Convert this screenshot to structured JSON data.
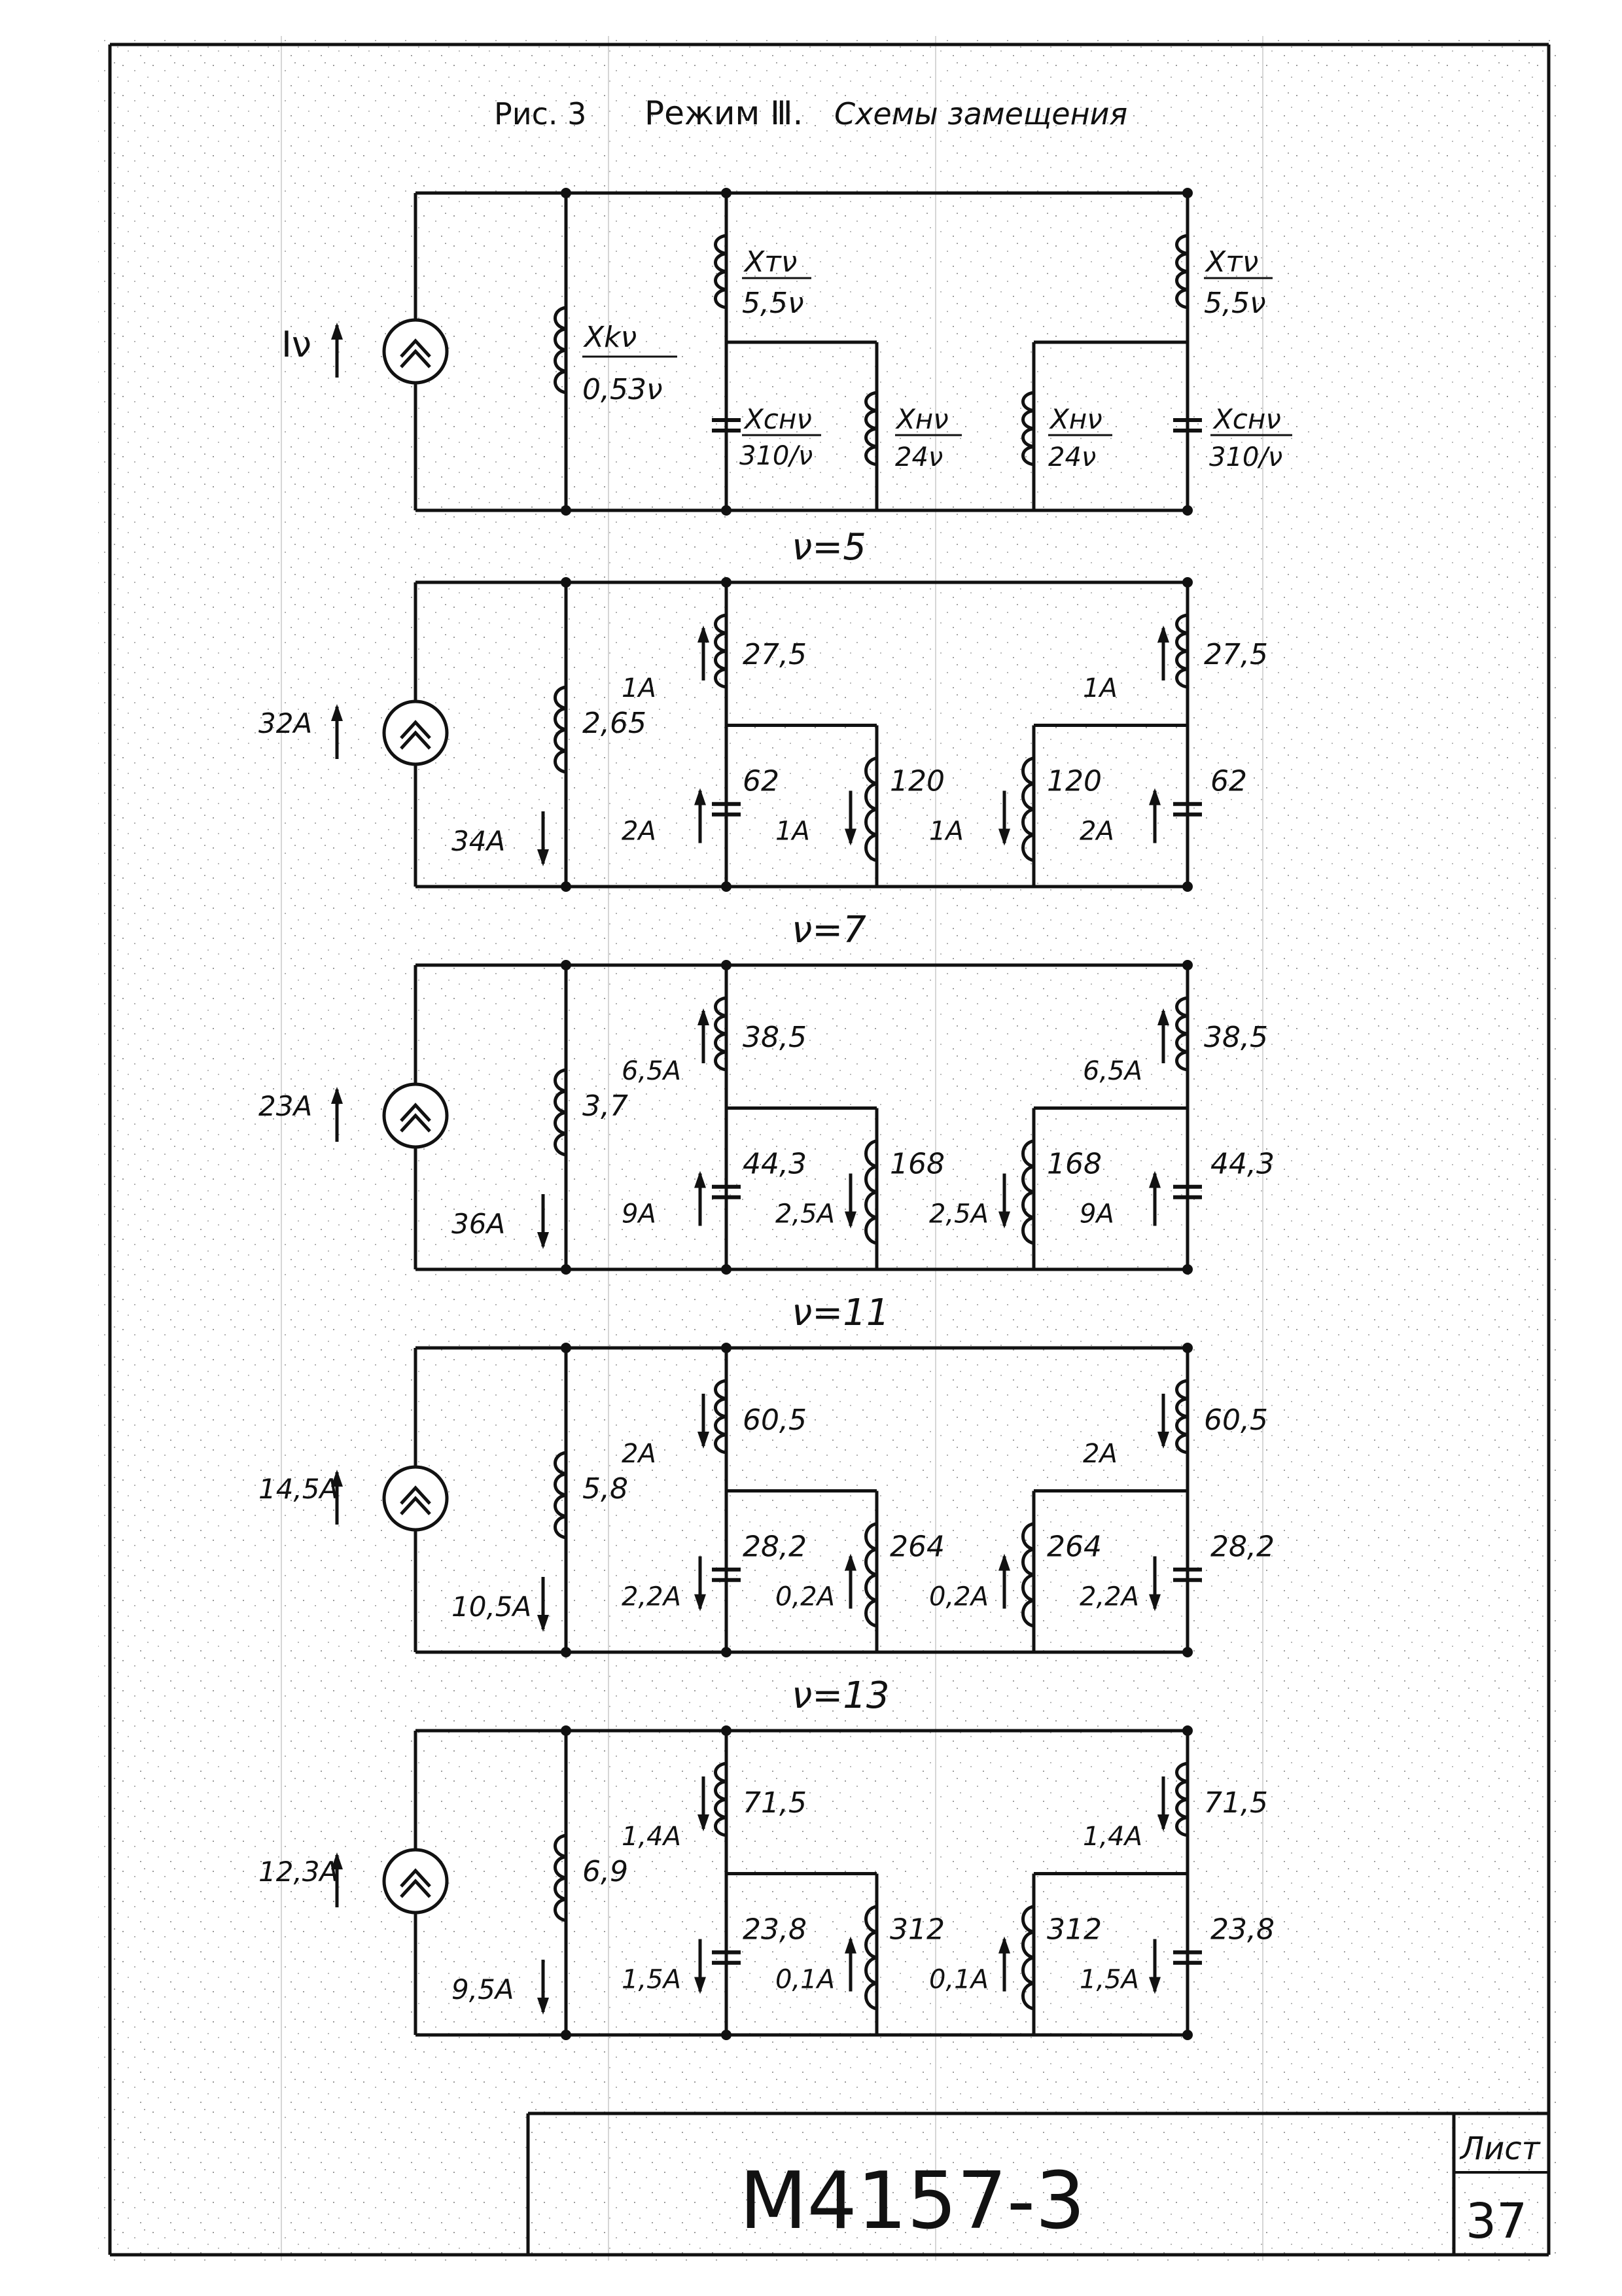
{
  "title": {
    "fig": "Рис. 3",
    "mode": "Режим Ⅲ.",
    "caption": "Схемы замещения"
  },
  "colors": {
    "ink": "#111111",
    "paper": "#ffffff"
  },
  "header_schema": {
    "source": "Iν",
    "xk": {
      "name": "Xkν",
      "value": "0,53ν"
    },
    "left": {
      "xt_name": "Xтν",
      "xt_val": "5,5ν",
      "xc_name": "Xснν",
      "xc_val": "310/ν",
      "xh_name": "Xнν",
      "xh_val": "24ν"
    },
    "right": {
      "xt_name": "Xтν",
      "xt_val": "5,5ν",
      "xc_name": "Xснν",
      "xc_val": "310/ν",
      "xh_name": "Xнν",
      "xh_val": "24ν"
    }
  },
  "harmonics": [
    {
      "label": "ν=5",
      "src": {
        "text": "32А",
        "dir": "up"
      },
      "xk": {
        "value": "2,65",
        "i": "34А",
        "dir": "down"
      },
      "lt": {
        "value": "27,5",
        "i": "1А",
        "dir": "up"
      },
      "lc": {
        "value": "62",
        "i": "2А",
        "dir": "up"
      },
      "lh": {
        "value": "120",
        "i": "1А",
        "dir": "down"
      },
      "rt": {
        "value": "27,5",
        "i": "1А",
        "dir": "up"
      },
      "rh": {
        "value": "120",
        "i": "1А",
        "dir": "down"
      },
      "rc": {
        "value": "62",
        "i": "2А",
        "dir": "up"
      }
    },
    {
      "label": "ν=7",
      "src": {
        "text": "23А",
        "dir": "up"
      },
      "xk": {
        "value": "3,7",
        "i": "36А",
        "dir": "down"
      },
      "lt": {
        "value": "38,5",
        "i": "6,5А",
        "dir": "up"
      },
      "lc": {
        "value": "44,3",
        "i": "9А",
        "dir": "up"
      },
      "lh": {
        "value": "168",
        "i": "2,5А",
        "dir": "down"
      },
      "rt": {
        "value": "38,5",
        "i": "6,5А",
        "dir": "up"
      },
      "rh": {
        "value": "168",
        "i": "2,5А",
        "dir": "down"
      },
      "rc": {
        "value": "44,3",
        "i": "9А",
        "dir": "up"
      }
    },
    {
      "label": "ν=11",
      "src": {
        "text": "14,5А",
        "dir": "up"
      },
      "xk": {
        "value": "5,8",
        "i": "10,5А",
        "dir": "down"
      },
      "lt": {
        "value": "60,5",
        "i": "2А",
        "dir": "down"
      },
      "lc": {
        "value": "28,2",
        "i": "2,2А",
        "dir": "down"
      },
      "lh": {
        "value": "264",
        "i": "0,2А",
        "dir": "up"
      },
      "rt": {
        "value": "60,5",
        "i": "2А",
        "dir": "down"
      },
      "rh": {
        "value": "264",
        "i": "0,2А",
        "dir": "up"
      },
      "rc": {
        "value": "28,2",
        "i": "2,2А",
        "dir": "down"
      }
    },
    {
      "label": "ν=13",
      "src": {
        "text": "12,3А",
        "dir": "up"
      },
      "xk": {
        "value": "6,9",
        "i": "9,5А",
        "dir": "down"
      },
      "lt": {
        "value": "71,5",
        "i": "1,4А",
        "dir": "down"
      },
      "lc": {
        "value": "23,8",
        "i": "1,5А",
        "dir": "down"
      },
      "lh": {
        "value": "312",
        "i": "0,1А",
        "dir": "up"
      },
      "rt": {
        "value": "71,5",
        "i": "1,4А",
        "dir": "down"
      },
      "rh": {
        "value": "312",
        "i": "0,1А",
        "dir": "up"
      },
      "rc": {
        "value": "23,8",
        "i": "1,5А",
        "dir": "down"
      }
    }
  ],
  "stamp": {
    "code": "М4157-3",
    "sheet_label": "Лист",
    "sheet_no": "37"
  }
}
